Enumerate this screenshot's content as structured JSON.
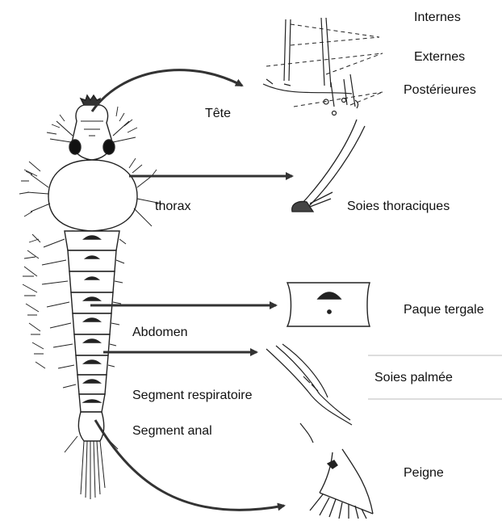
{
  "diagram": {
    "labels": {
      "internes": "Internes",
      "externes": "Externes",
      "posterieures": "Postérieures",
      "tete": "Tête",
      "thorax": "thorax",
      "soies_thoraciques": "Soies thoraciques",
      "paque_tergale": "Paque tergale",
      "abdomen": "Abdomen",
      "soies_palmee": "Soies palmée",
      "segment_respiratoire": "Segment respiratoire",
      "segment_anal": "Segment anal",
      "peigne": "Peigne"
    },
    "colors": {
      "ink": "#111111",
      "arrow": "#333333",
      "rule": "#bbbbbb"
    }
  }
}
